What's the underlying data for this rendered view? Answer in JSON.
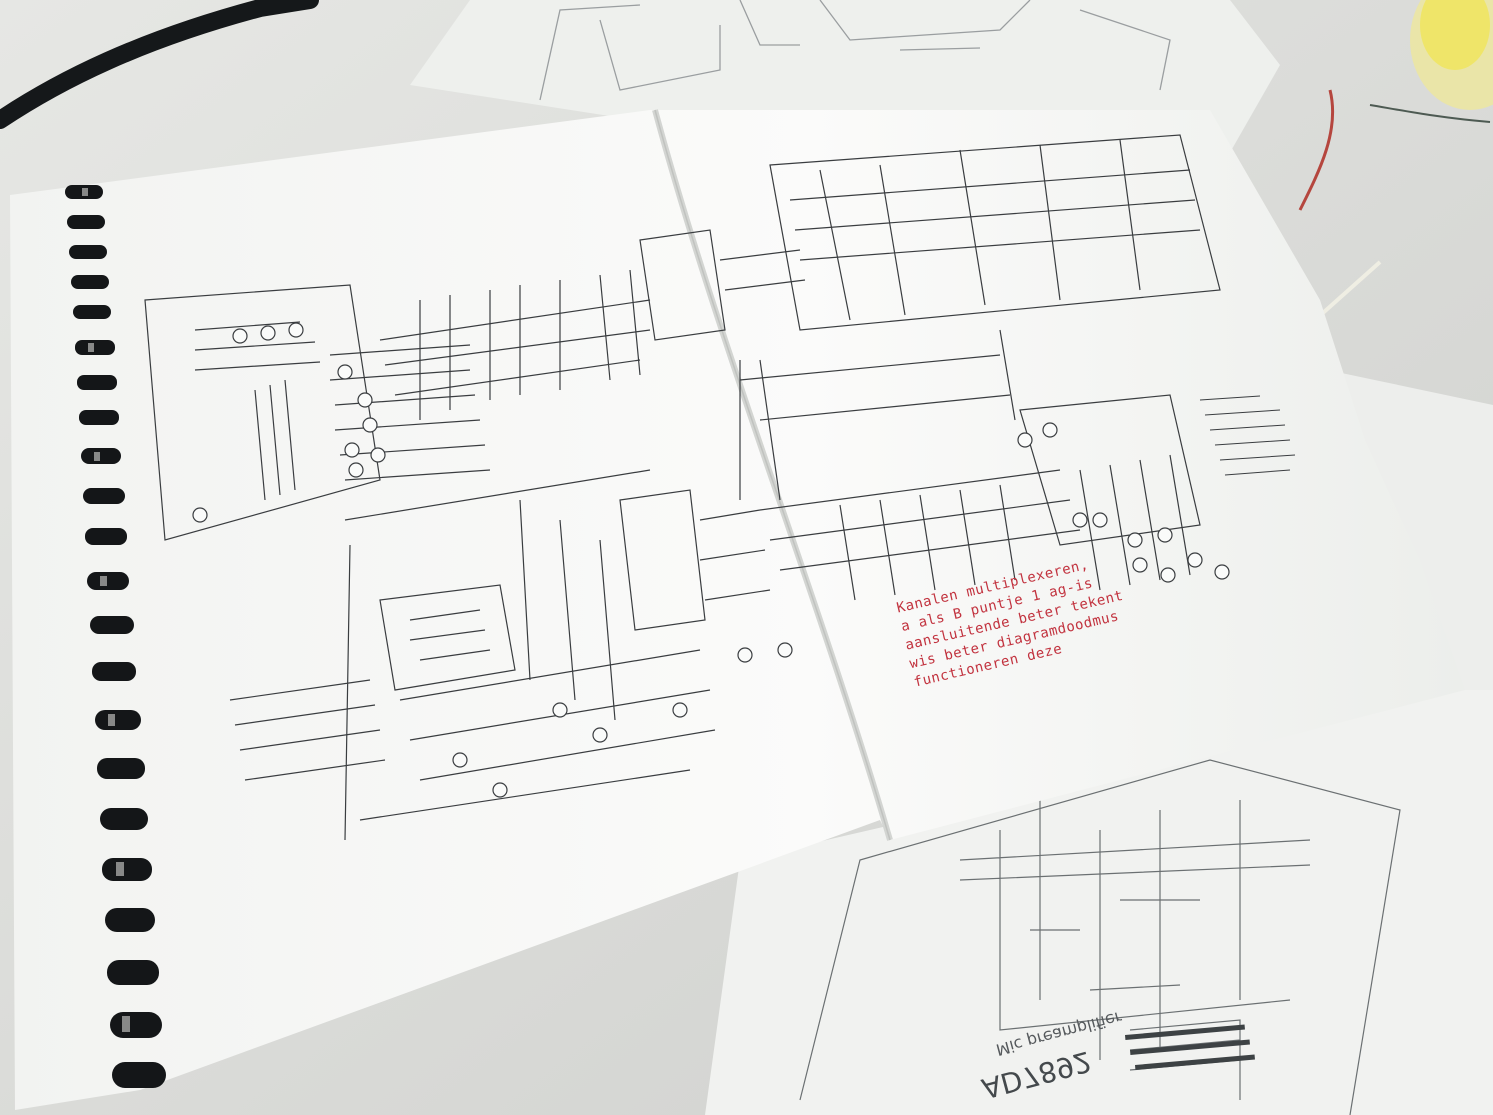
{
  "photo": {
    "subject": "spiral-bound-schematic-booklet",
    "colors": {
      "background": "#d8d9d6",
      "paper": "#f7f8f6",
      "ink": "#3a3d40",
      "annotation": "#c2333f",
      "binding": "#141618"
    }
  },
  "annotation": {
    "lines": [
      "Kanalen multiplexeren,",
      "a als B puntje 1 ag-is",
      "aansluitende beter tekent",
      "wis beter diagramdoodmus",
      "functioneren deze"
    ]
  },
  "lower_sheet": {
    "mirrored_title": "AD7892",
    "mirrored_subtitle": "Mic preamplifier"
  }
}
